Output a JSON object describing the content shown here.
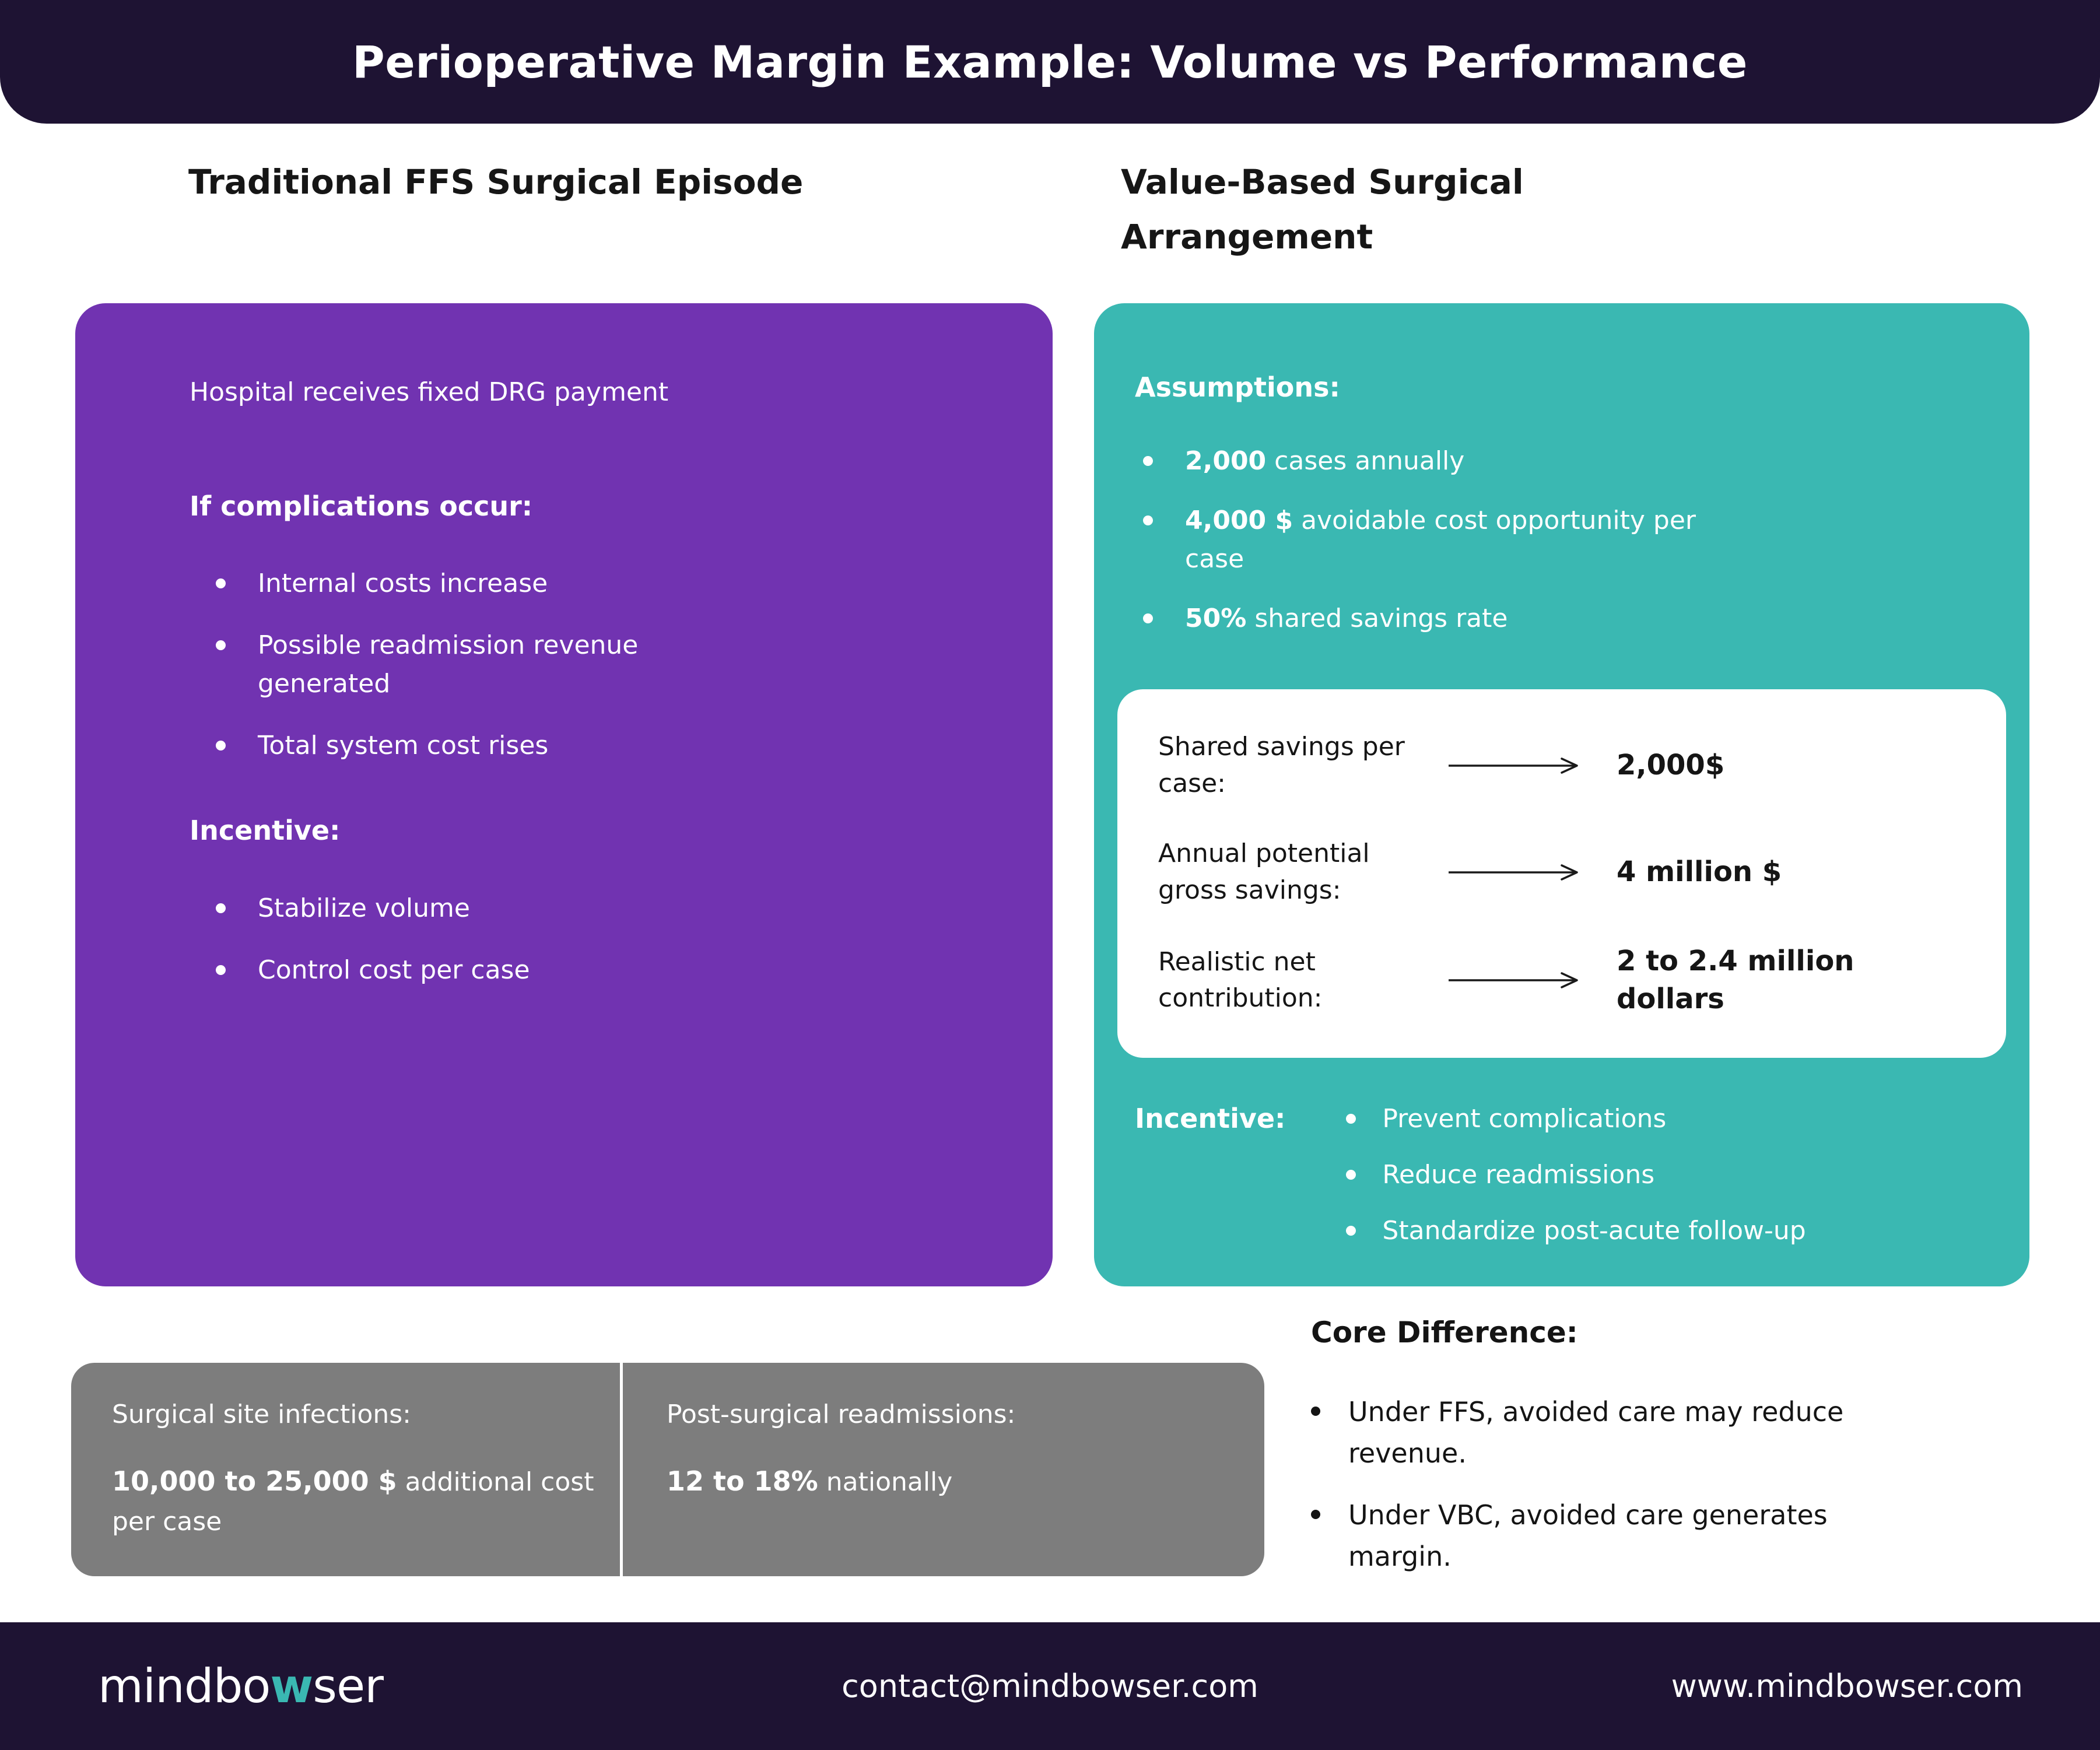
{
  "header": {
    "title": "Perioperative Margin Example: Volume vs Performance"
  },
  "left": {
    "heading": "Traditional FFS Surgical Episode",
    "panel": {
      "intro": "Hospital receives fixed DRG payment",
      "complications_heading": "If complications occur:",
      "complications_bullets": [
        "Internal costs increase",
        "Possible readmission revenue generated",
        "Total system cost rises"
      ],
      "incentive_heading": "Incentive:",
      "incentive_bullets": [
        "Stabilize volume",
        "Control cost per case"
      ]
    }
  },
  "right": {
    "heading": "Value-Based Surgical Arrangement",
    "panel": {
      "assumptions_heading": "Assumptions:",
      "assumptions": [
        {
          "bold": "2,000",
          "rest": " cases annually"
        },
        {
          "bold": "4,000 $",
          "rest": " avoidable cost opportunity per case"
        },
        {
          "bold": "50%",
          "rest": " shared savings rate"
        }
      ],
      "savings_rows": [
        {
          "label": "Shared savings per case:",
          "value": "2,000$"
        },
        {
          "label": "Annual potential gross savings:",
          "value": "4 million $"
        },
        {
          "label": "Realistic net contribution:",
          "value": "2 to 2.4 million dollars"
        }
      ],
      "incentive_heading": "Incentive:",
      "incentive_bullets": [
        "Prevent complications",
        "Reduce readmissions",
        "Standardize post-acute follow-up"
      ]
    }
  },
  "stats": {
    "left": {
      "label": "Surgical site infections:",
      "bold": "10,000 to 25,000 $",
      "rest": " additional cost per case"
    },
    "right": {
      "label": "Post-surgical readmissions:",
      "bold": "12 to 18%",
      "rest": " nationally"
    }
  },
  "core_difference": {
    "heading": "Core Difference:",
    "bullets": [
      "Under FFS, avoided care may reduce revenue.",
      "Under VBC, avoided care generates margin."
    ]
  },
  "footer": {
    "logo": {
      "part1": "mindbo",
      "accent": "w",
      "part2": "ser"
    },
    "email": "contact@mindbowser.com",
    "website": "www.mindbowser.com"
  },
  "colors": {
    "navy": "#1E1333",
    "purple": "#7133B1",
    "teal": "#3AB8B2",
    "gray": "#7D7D7D",
    "logo_accent": "#3AB8B2"
  }
}
